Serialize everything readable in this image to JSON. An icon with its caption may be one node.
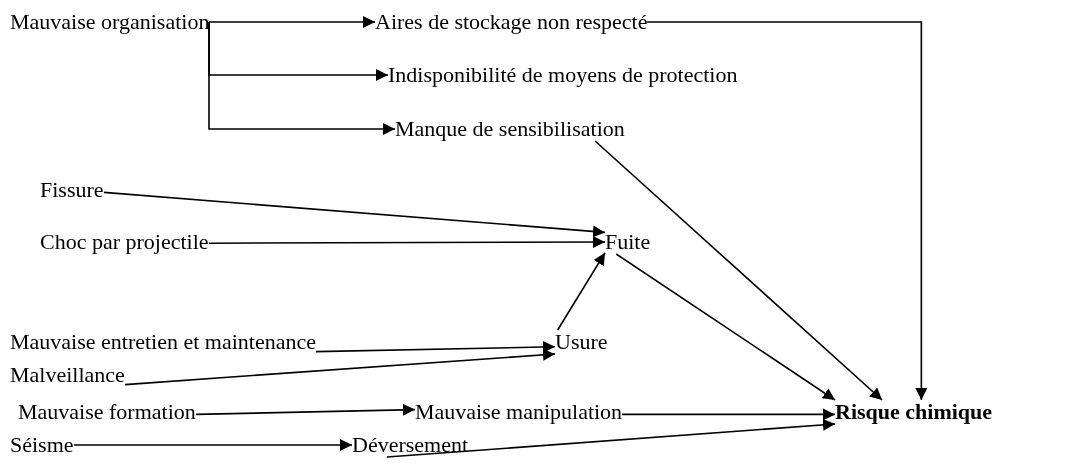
{
  "diagram": {
    "nodes": [
      {
        "text": [
          "Mauvaise organisation"
        ]
      },
      {
        "text": [
          "Aires de stockage non respecté"
        ]
      },
      {
        "text": [
          "Indisponibilité de moyens de protection"
        ]
      },
      {
        "text": [
          "Manque de sensibilisation"
        ]
      },
      {
        "text": [
          "Fissure"
        ]
      },
      {
        "text": [
          "Choc par projectile"
        ]
      },
      {
        "text": [
          "Fuite"
        ]
      },
      {
        "text": [
          "Mauvaise entretien et maintenance"
        ]
      },
      {
        "text": [
          "Usure"
        ]
      },
      {
        "text": [
          "Malveillance"
        ]
      },
      {
        "text": [
          "Mauvaise formation"
        ]
      },
      {
        "text": [
          "Mauvaise manipulation"
        ]
      },
      {
        "text": [
          "Séisme"
        ]
      },
      {
        "text": [
          "Déversement"
        ]
      },
      {
        "text": [
          "Risque chimique"
        ]
      }
    ],
    "edges": [
      {
        "from": 0,
        "to": 1,
        "arrow": "to"
      },
      {
        "from": 0,
        "to": 2,
        "arrow": "to"
      },
      {
        "from": 0,
        "to": 3,
        "arrow": "to"
      },
      {
        "from": 1,
        "to": 14,
        "arrow": "to"
      },
      {
        "from": 3,
        "to": 14,
        "arrow": "to"
      },
      {
        "from": 4,
        "to": 6,
        "arrow": "to"
      },
      {
        "from": 5,
        "to": 6,
        "arrow": "to"
      },
      {
        "from": 8,
        "to": 6,
        "arrow": "to"
      },
      {
        "from": 7,
        "to": 8,
        "arrow": "to"
      },
      {
        "from": 9,
        "to": 8,
        "arrow": "to"
      },
      {
        "from": 6,
        "to": 14,
        "arrow": "to"
      },
      {
        "from": 10,
        "to": 11,
        "arrow": "to"
      },
      {
        "from": 11,
        "to": 14,
        "arrow": "to"
      },
      {
        "from": 12,
        "to": 13,
        "arrow": "to"
      },
      {
        "from": 13,
        "to": 14,
        "arrow": "to"
      }
    ]
  }
}
